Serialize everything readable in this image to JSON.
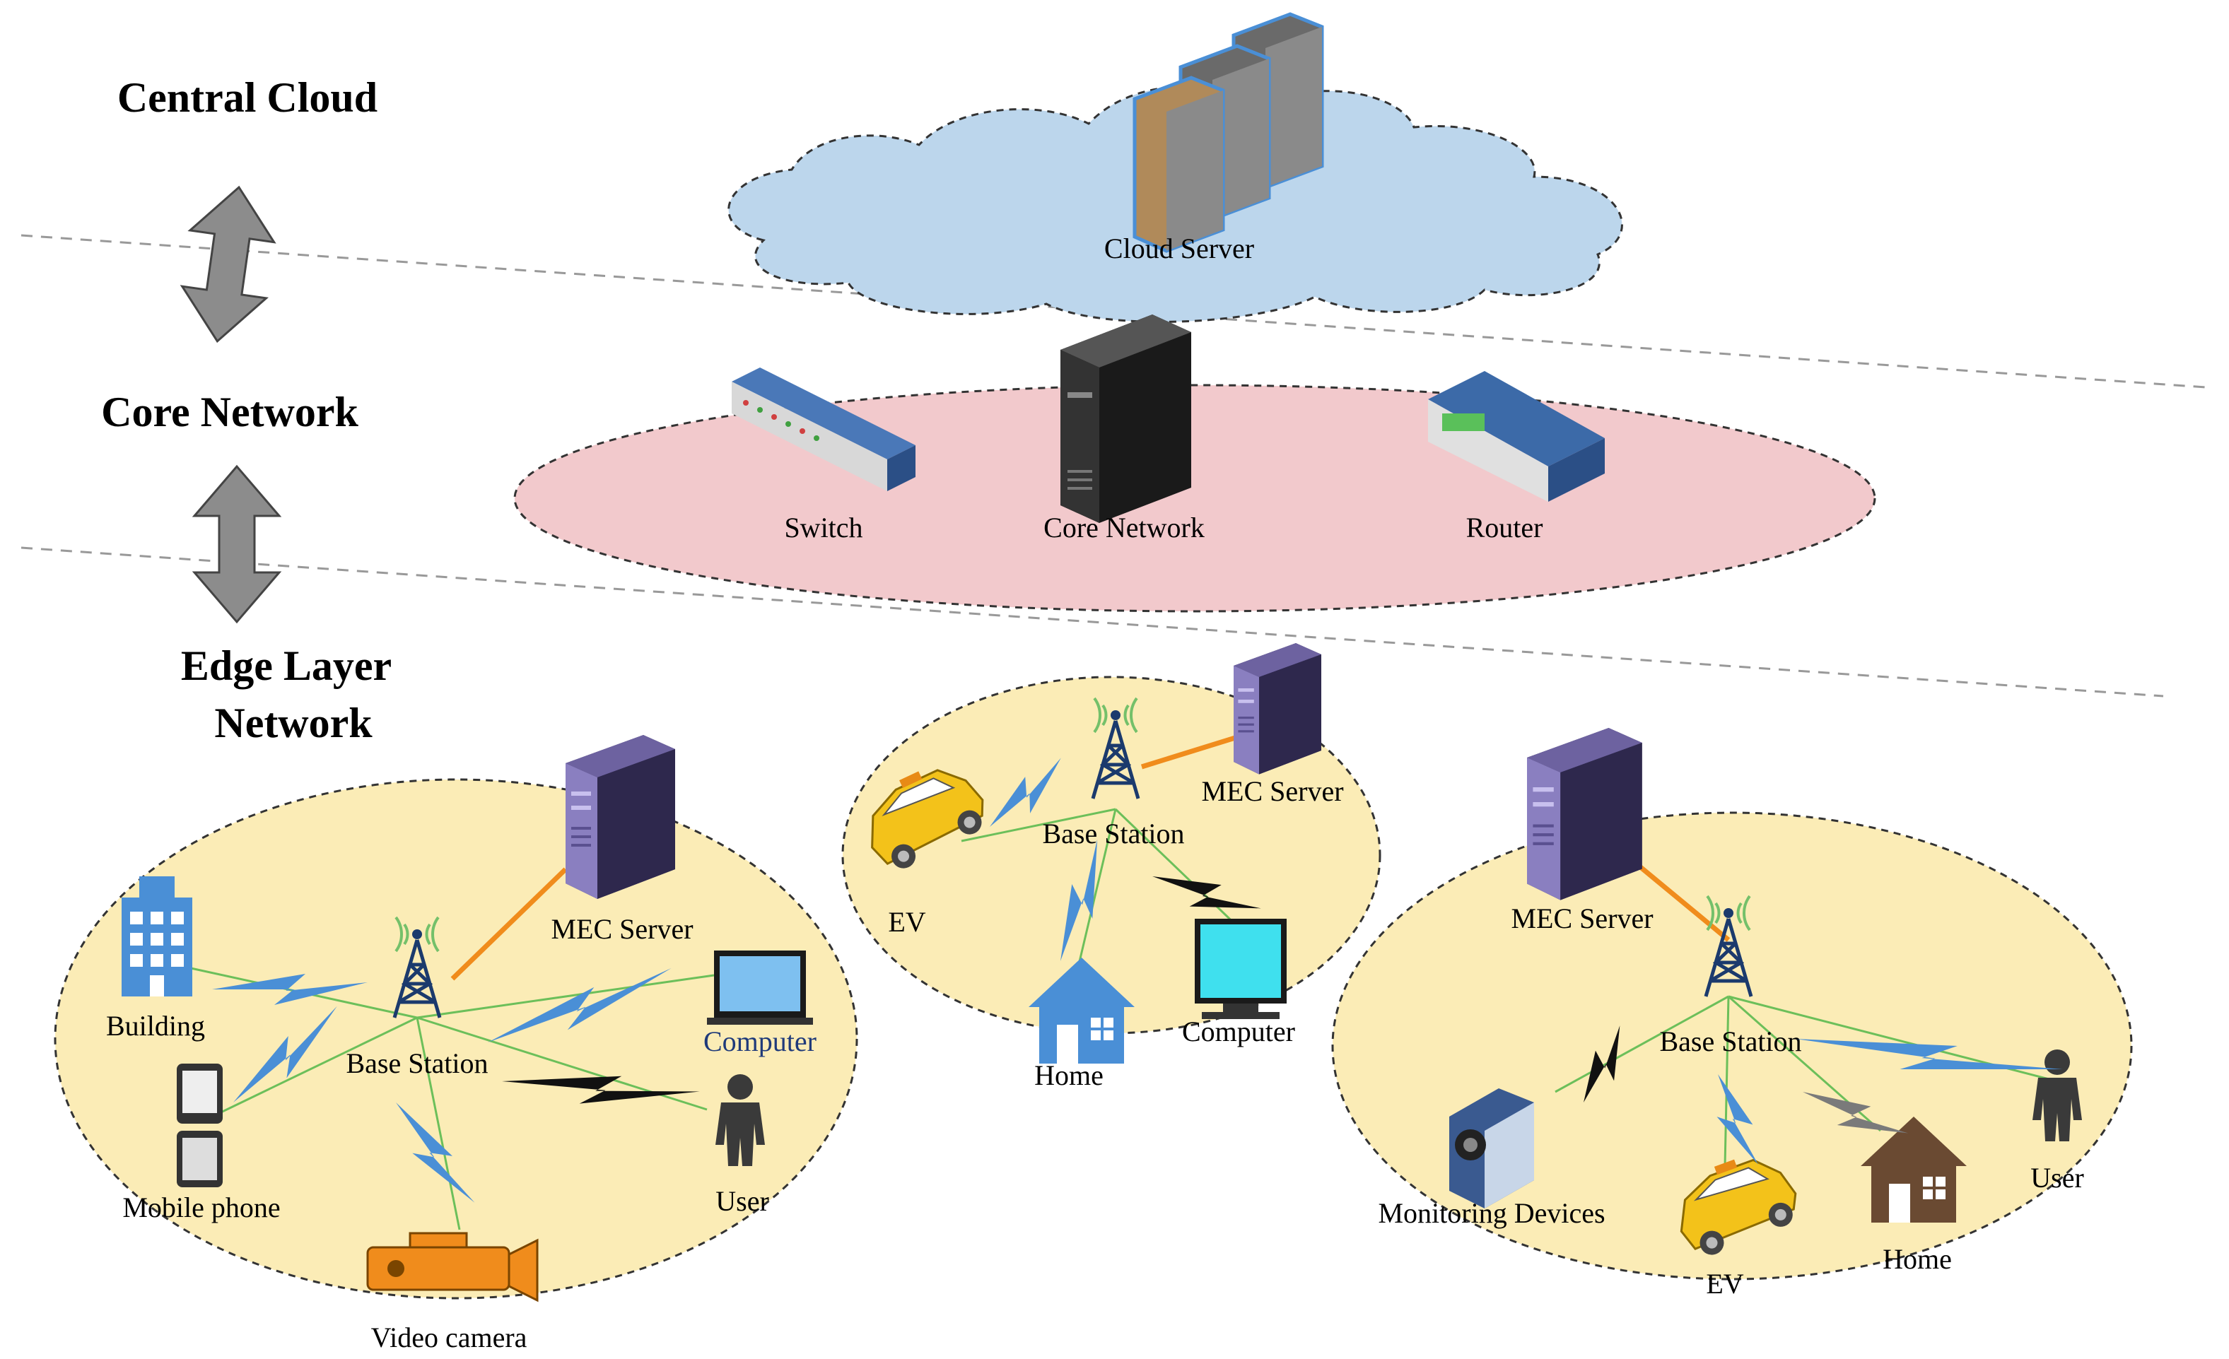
{
  "layers": {
    "central_cloud": "Central Cloud",
    "core_network": "Core Network",
    "edge_line1": "Edge Layer",
    "edge_line2": "Network"
  },
  "cloud": {
    "server_label": "Cloud Server"
  },
  "core": {
    "switch_label": "Switch",
    "core_label": "Core Network",
    "router_label": "Router"
  },
  "edge_left": {
    "mec_label": "MEC Server",
    "base_label": "Base Station",
    "building_label": "Building",
    "computer_label": "Computer",
    "mobile_label": "Mobile phone",
    "user_label": "User",
    "camera_label": "Video camera"
  },
  "edge_mid": {
    "mec_label": "MEC Server",
    "base_label": "Base Station",
    "ev_label": "EV",
    "home_label": "Home",
    "computer_label": "Computer"
  },
  "edge_right": {
    "mec_label": "MEC Server",
    "base_label": "Base Station",
    "monitor_label": "Monitoring Devices",
    "ev_label": "EV",
    "home_label": "Home",
    "user_label": "User"
  },
  "colors": {
    "cloud_fill": "#bcd6ec",
    "core_fill": "#f2c9cc",
    "edge_fill": "#fbecb6",
    "uplink": "#f08c1c",
    "wireless_blue": "#4a8fd6",
    "wireless_black": "#111111"
  }
}
